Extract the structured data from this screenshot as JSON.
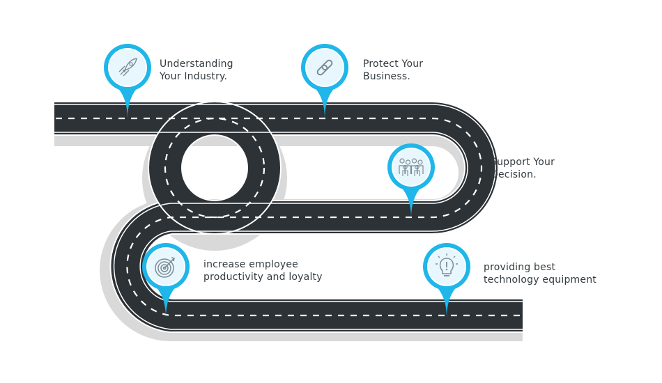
{
  "colors": {
    "road": "#2d3236",
    "road_shadow": "#d9d9d9",
    "road_edge": "#ffffff",
    "lane_dash": "#ffffff",
    "pin": "#1fb6ea",
    "pin_inner": "#e7f7fd",
    "icon": "#7d8c94",
    "text": "#333b40"
  },
  "milestones": [
    {
      "icon": "rocket-icon",
      "lines": [
        "Understanding",
        "Your Industry."
      ]
    },
    {
      "icon": "chain-link-icon",
      "lines": [
        "Protect Your",
        "Business."
      ]
    },
    {
      "icon": "team-icon",
      "lines": [
        "Support Your",
        "Decision."
      ]
    },
    {
      "icon": "target-icon",
      "lines": [
        "increase employee",
        "productivity and loyalty"
      ]
    },
    {
      "icon": "lightbulb-icon",
      "lines": [
        "providing best",
        "technology equipment"
      ]
    }
  ]
}
